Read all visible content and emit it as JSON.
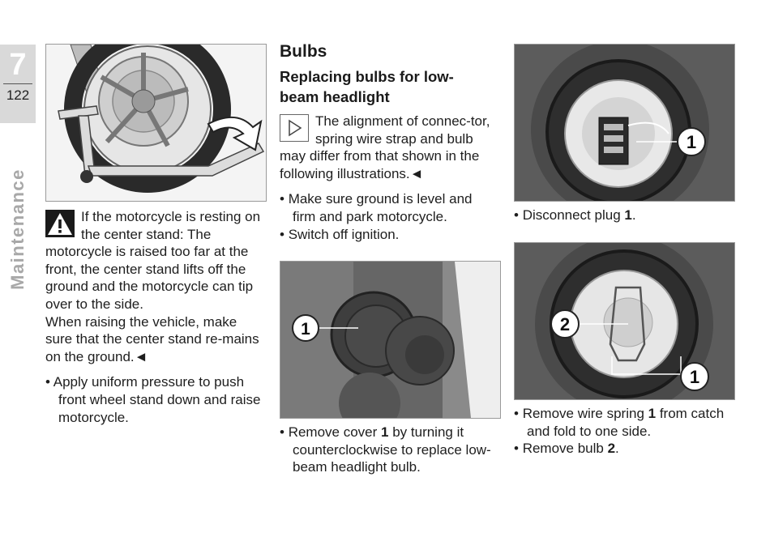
{
  "chapter": {
    "number": "7",
    "page": "122",
    "section": "Maintenance"
  },
  "col1": {
    "warning_text": "If the motorcycle is resting on the center stand: The motorcycle is raised too far at the front, the center stand lifts off the ground and the motorcycle can tip over to the side.",
    "warning_text2": "When raising the vehicle, make sure that the center stand re-mains on the ground.◄",
    "bullet1": "Apply uniform pressure to push front wheel stand down and raise motorcycle."
  },
  "col2": {
    "heading": "Bulbs",
    "subheading": "Replacing bulbs for low-beam headlight",
    "note_text": "The alignment of connec-tor, spring wire strap and bulb may differ from that shown in the following illustrations.◄",
    "bullet1": "Make sure ground is level and firm and park motorcycle.",
    "bullet2": "Switch off ignition.",
    "figure_callout": "1",
    "bullet3_pre": "Remove cover ",
    "bullet3_bold": "1",
    "bullet3_post": " by turning it counterclockwise to replace low-beam headlight bulb."
  },
  "col3": {
    "figure1_callout": "1",
    "bullet1_pre": "Disconnect plug ",
    "bullet1_bold": "1",
    "bullet1_post": ".",
    "figure2_callout_a": "2",
    "figure2_callout_b": "1",
    "bullet2_pre": "Remove wire spring ",
    "bullet2_bold": "1",
    "bullet2_post": " from catch and fold to one side.",
    "bullet3_pre": "Remove bulb ",
    "bullet3_bold": "2",
    "bullet3_post": "."
  },
  "colors": {
    "tab_grey": "#d9d9d9",
    "section_grey": "#a8a8a8",
    "text": "#1e1e1e"
  },
  "icons": [
    "warning-triangle-icon",
    "note-play-icon"
  ]
}
